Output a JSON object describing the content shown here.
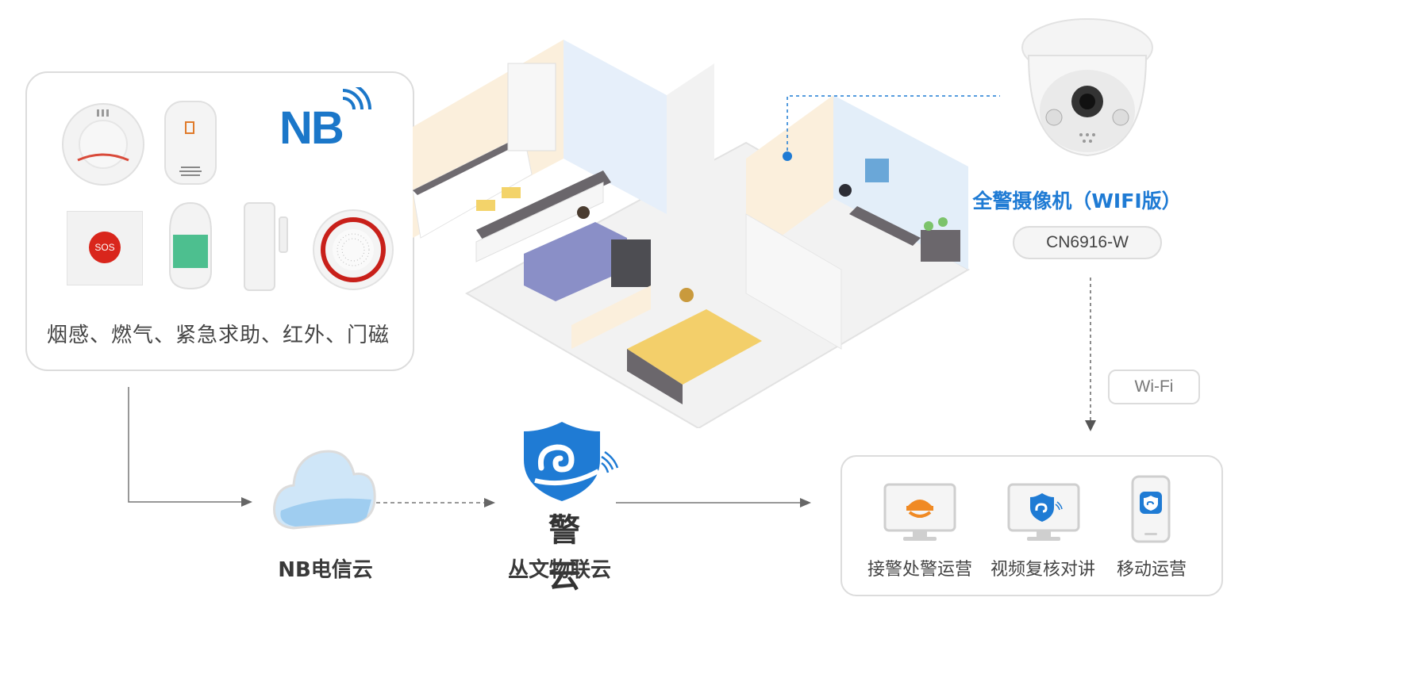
{
  "sensors": {
    "logo_text": "NB",
    "caption": "烟感、燃气、紧急求助、红外、门磁",
    "sos_text": "SOS"
  },
  "camera": {
    "title": "全警摄像机（WIFI版）",
    "model": "CN6916-W"
  },
  "connection": {
    "wifi_label": "Wi-Fi"
  },
  "cloud": {
    "nb_label": "NB电信云",
    "brand_text": "警 云",
    "platform_label": "丛文物联云"
  },
  "terminals": {
    "items": [
      {
        "label": "接警处警运营",
        "icon": "police-cap-monitor-icon"
      },
      {
        "label": "视频复核对讲",
        "icon": "shield-monitor-icon"
      },
      {
        "label": "移动运营",
        "icon": "mobile-app-icon"
      }
    ]
  },
  "colors": {
    "brand_blue": "#1f7bd4",
    "sos_red": "#d9261c",
    "alarm_ring_red": "#c8201a",
    "cloud_blue": "#a9d4f3",
    "panel_border": "#dcdcdc"
  }
}
